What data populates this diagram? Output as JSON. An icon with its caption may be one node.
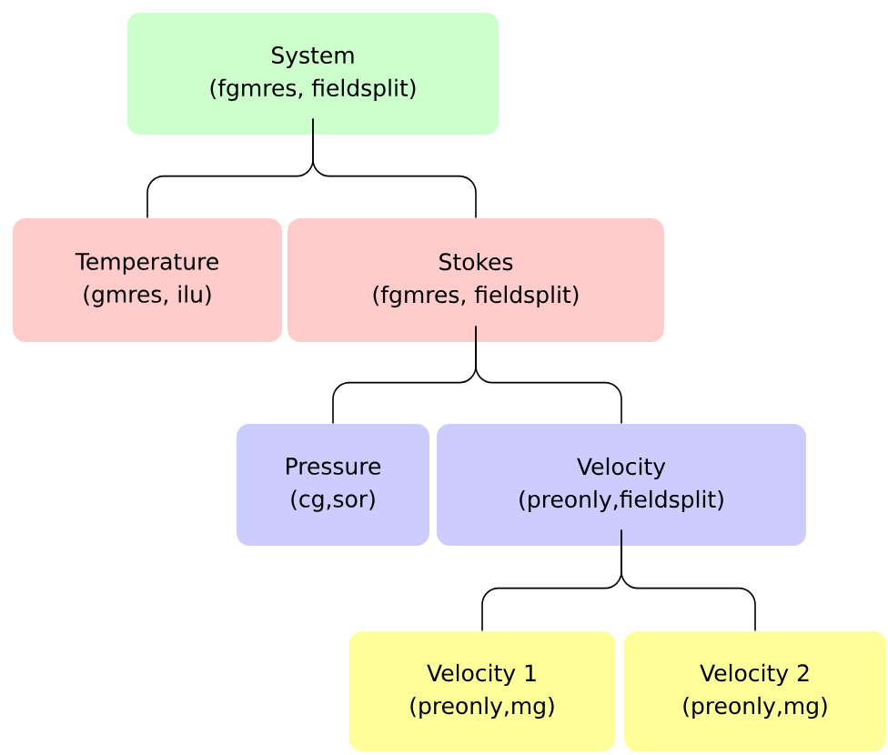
{
  "diagram": {
    "nodes": [
      {
        "text": [
          "System",
          "(fgmres, fieldsplit)"
        ]
      },
      {
        "text": [
          "Temperature",
          "(gmres, ilu)"
        ]
      },
      {
        "text": [
          "Stokes",
          "(fgmres, fieldsplit)"
        ]
      },
      {
        "text": [
          "Pressure",
          "(cg,sor)"
        ]
      },
      {
        "text": [
          "Velocity",
          "(preonly,fieldsplit)"
        ]
      },
      {
        "text": [
          "Velocity 1",
          "(preonly,mg)"
        ]
      },
      {
        "text": [
          "Velocity 2",
          "(preonly,mg)"
        ]
      }
    ],
    "edges": [
      {
        "from": 0,
        "to": 1,
        "arrow": "none"
      },
      {
        "from": 0,
        "to": 2,
        "arrow": "none"
      },
      {
        "from": 2,
        "to": 3,
        "arrow": "none"
      },
      {
        "from": 2,
        "to": 4,
        "arrow": "none"
      },
      {
        "from": 4,
        "to": 5,
        "arrow": "none"
      },
      {
        "from": 4,
        "to": 6,
        "arrow": "none"
      }
    ]
  }
}
